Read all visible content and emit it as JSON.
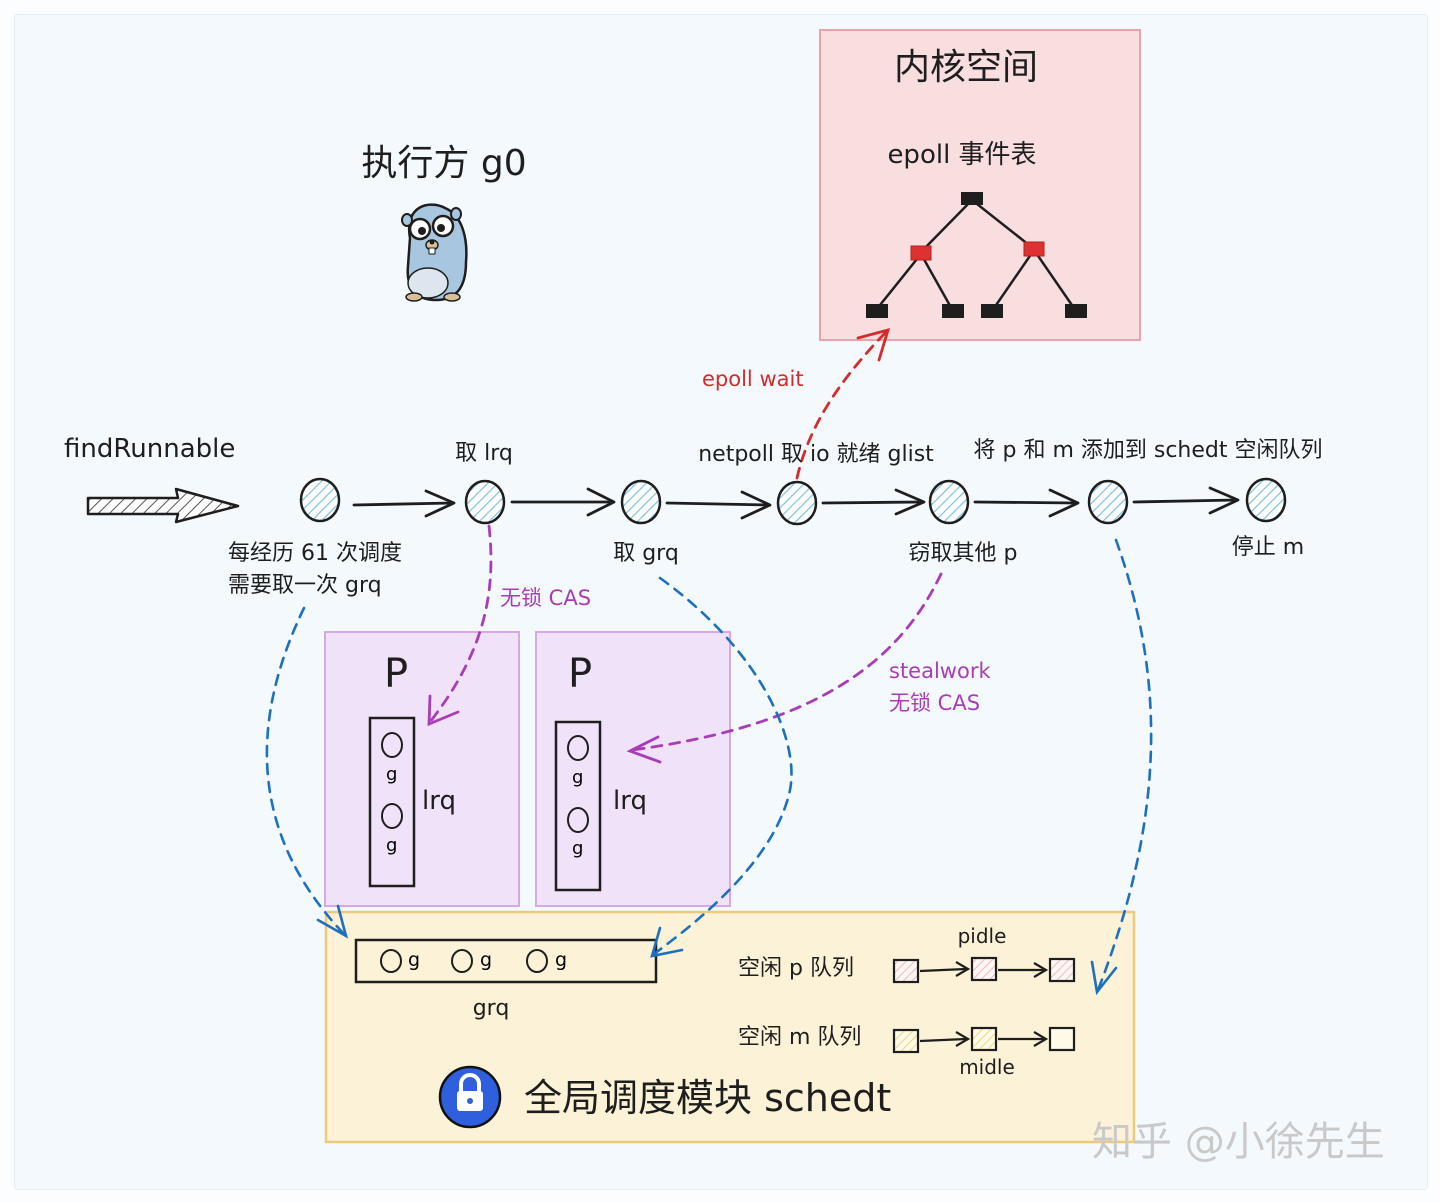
{
  "executor": {
    "title": "执行方 g0",
    "mascot_icon": "gopher-icon"
  },
  "kernel": {
    "title": "内核空间",
    "epoll_table_label": "epoll 事件表",
    "epoll_wait_label": "epoll wait"
  },
  "flow": {
    "title": "findRunnable",
    "steps": {
      "s1_below": [
        "每经历 61 次调度",
        "需要取一次 grq"
      ],
      "s2_above": "取 lrq",
      "s3_below": "取 grq",
      "s4_above": "netpoll 取 io 就绪 glist",
      "s5_below": "窃取其他 p",
      "s6_above": "将 p 和 m 添加到 schedt 空闲队列",
      "s7_below": "停止 m"
    }
  },
  "annotations": {
    "cas_lrq": "无锁 CAS",
    "steal": [
      "stealwork",
      "无锁 CAS"
    ]
  },
  "processors": [
    {
      "title": "P",
      "queue_label": "lrq",
      "items": [
        "g",
        "g"
      ]
    },
    {
      "title": "P",
      "queue_label": "lrq",
      "items": [
        "g",
        "g"
      ]
    }
  ],
  "schedt": {
    "title": "全局调度模块 schedt",
    "lock_icon": "lock-icon",
    "grq_label": "grq",
    "grq_items": [
      "g",
      "g",
      "g"
    ],
    "pidle_title": "pidle",
    "pidle_label": "空闲 p 队列",
    "midle_title": "midle",
    "midle_label": "空闲 m 队列"
  },
  "watermark": "知乎 @小徐先生",
  "colors": {
    "kernel_fill": "#f9dedf",
    "kernel_stroke": "#e8a4a8",
    "p_fill": "#f0e3f9",
    "p_stroke": "#d6a9e6",
    "schedt_fill": "#fbf2d7",
    "schedt_stroke": "#eec97b",
    "node_hatch": "#8ec8e8",
    "blue_dash": "#1f6fbf",
    "purple": "#a93cb7",
    "red": "#d62b2b"
  }
}
